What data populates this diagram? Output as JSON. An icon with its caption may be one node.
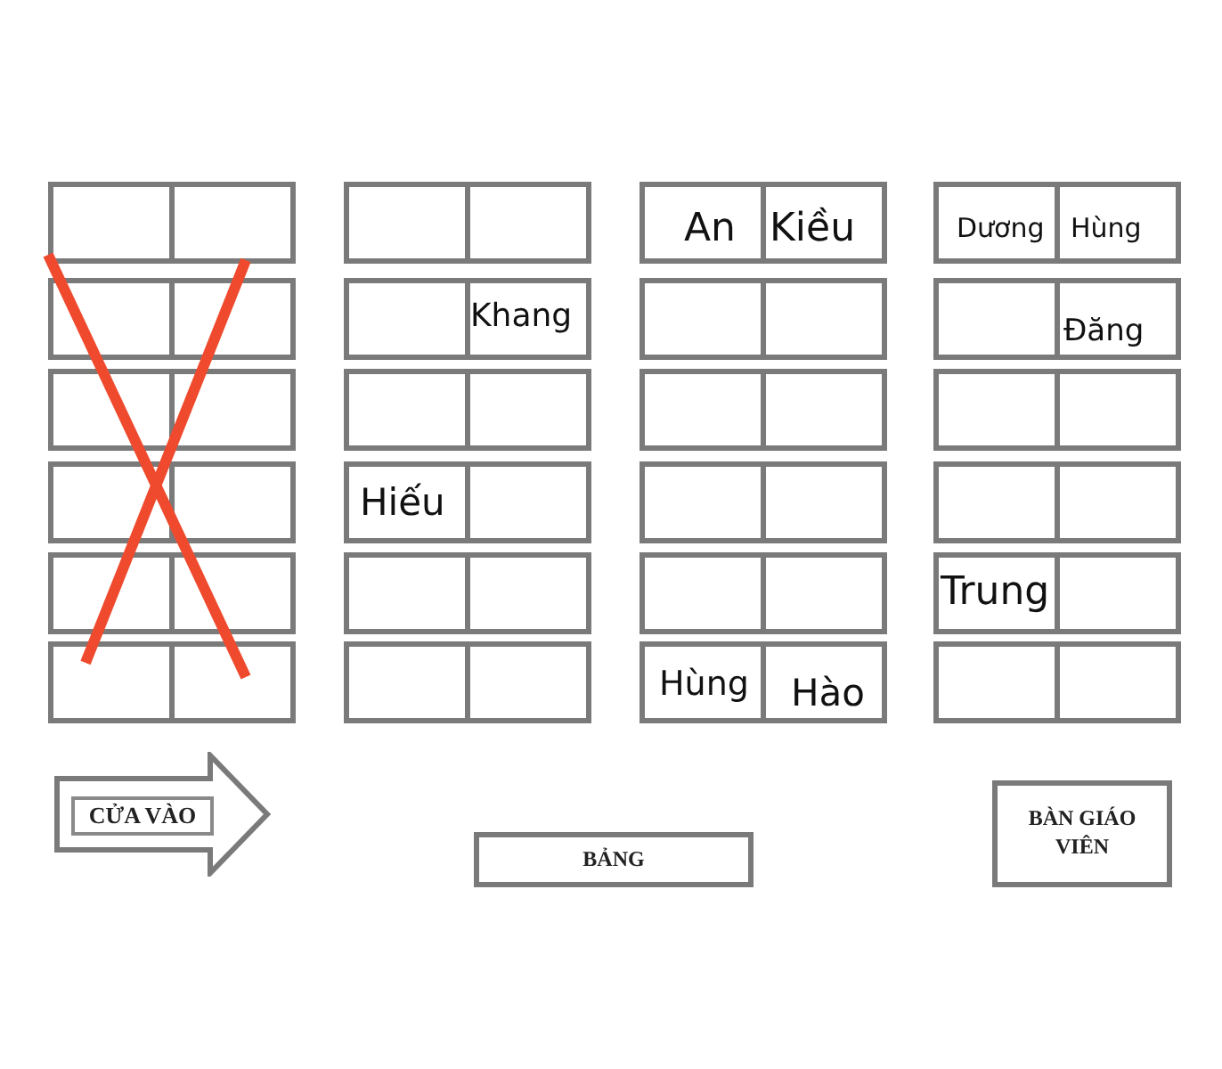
{
  "diagram": {
    "nodes": [
      {
        "text": [],
        "shape": "box"
      },
      {
        "text": [],
        "shape": "box"
      },
      {
        "text": [],
        "shape": "box"
      },
      {
        "text": [],
        "shape": "box"
      },
      {
        "text": [
          "An"
        ]
      },
      {
        "text": [
          "Kiều"
        ]
      },
      {
        "text": [
          "Dương"
        ]
      },
      {
        "text": [
          "Hùng"
        ]
      },
      {
        "text": [],
        "shape": "box"
      },
      {
        "text": [],
        "shape": "box"
      },
      {
        "text": [],
        "shape": "box"
      },
      {
        "text": [
          "Khang"
        ]
      },
      {
        "text": [],
        "shape": "box"
      },
      {
        "text": [],
        "shape": "box"
      },
      {
        "text": [],
        "shape": "box"
      },
      {
        "text": [
          "Đăng"
        ]
      },
      {
        "text": [],
        "shape": "box"
      },
      {
        "text": [],
        "shape": "box"
      },
      {
        "text": [],
        "shape": "box"
      },
      {
        "text": [],
        "shape": "box"
      },
      {
        "text": [],
        "shape": "box"
      },
      {
        "text": [],
        "shape": "box"
      },
      {
        "text": [],
        "shape": "box"
      },
      {
        "text": [],
        "shape": "box"
      },
      {
        "text": [],
        "shape": "box"
      },
      {
        "text": [],
        "shape": "box"
      },
      {
        "text": [
          "Hiếu"
        ]
      },
      {
        "text": [],
        "shape": "box"
      },
      {
        "text": [],
        "shape": "box"
      },
      {
        "text": [],
        "shape": "box"
      },
      {
        "text": [],
        "shape": "box"
      },
      {
        "text": [],
        "shape": "box"
      },
      {
        "text": [],
        "shape": "box"
      },
      {
        "text": [],
        "shape": "box"
      },
      {
        "text": [],
        "shape": "box"
      },
      {
        "text": [],
        "shape": "box"
      },
      {
        "text": [],
        "shape": "box"
      },
      {
        "text": [],
        "shape": "box"
      },
      {
        "text": [
          "Trung"
        ]
      },
      {
        "text": [],
        "shape": "box"
      },
      {
        "text": [],
        "shape": "box"
      },
      {
        "text": [],
        "shape": "box"
      },
      {
        "text": [],
        "shape": "box"
      },
      {
        "text": [],
        "shape": "box"
      },
      {
        "text": [
          "Hùng"
        ]
      },
      {
        "text": [
          "Hào"
        ]
      },
      {
        "text": [],
        "shape": "box"
      },
      {
        "text": [],
        "shape": "box"
      },
      {
        "text": [
          "CỬA VÀO"
        ]
      },
      {
        "text": [
          "BẢNG"
        ]
      },
      {
        "text": [
          "BÀN GIÁO VIÊN"
        ]
      }
    ]
  }
}
